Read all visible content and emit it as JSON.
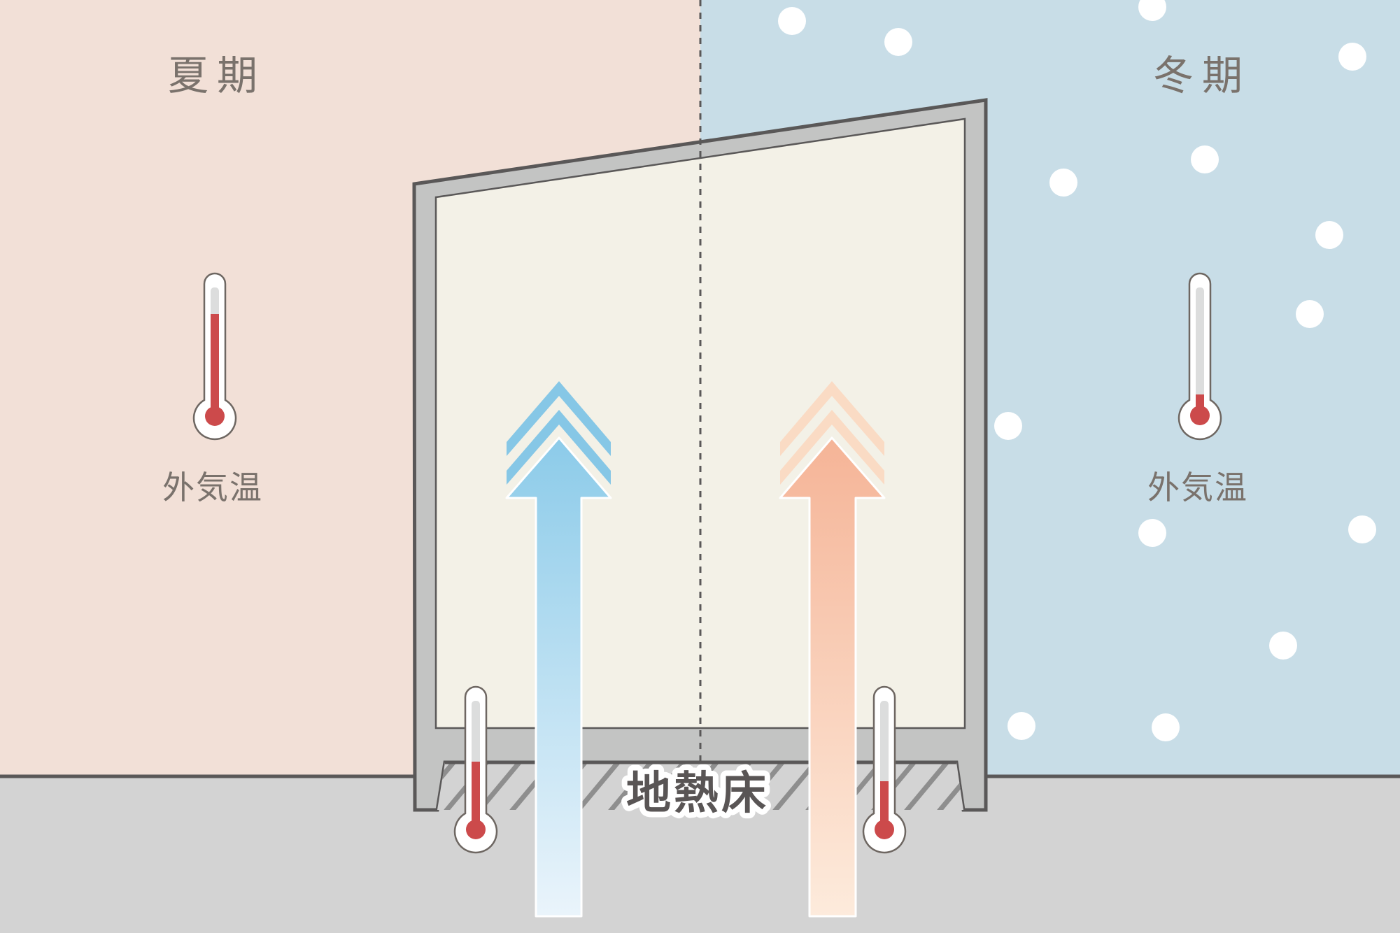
{
  "diagram": {
    "summer": {
      "title": "夏期",
      "outside_label": "外気温",
      "background_color": "#f2e0d7",
      "airflow_arrow_color": "#86c7e6",
      "outside_thermometer_level": 0.78,
      "floor_thermometer_level": 0.42
    },
    "winter": {
      "title": "冬期",
      "outside_label": "外気温",
      "background_color": "#c8dde7",
      "airflow_arrow_color": "#f5b497",
      "outside_thermometer_level": 0.15,
      "floor_thermometer_level": 0.28
    },
    "floor_label": "地熱床",
    "colors": {
      "ground": "#d3d3d3",
      "building_wall": "#c3c4c3",
      "building_outline": "#5a5858",
      "room_interior": "#f3f1e7",
      "hatch": "#8e8e8e",
      "thermometer_red": "#cc4a4b",
      "thermometer_track": "#dcdddd",
      "snow": "#ffffff",
      "text": "#7a726c"
    },
    "icons": [
      "thermometer-icon",
      "up-arrow-icon",
      "snowflake-dot-icon"
    ]
  }
}
